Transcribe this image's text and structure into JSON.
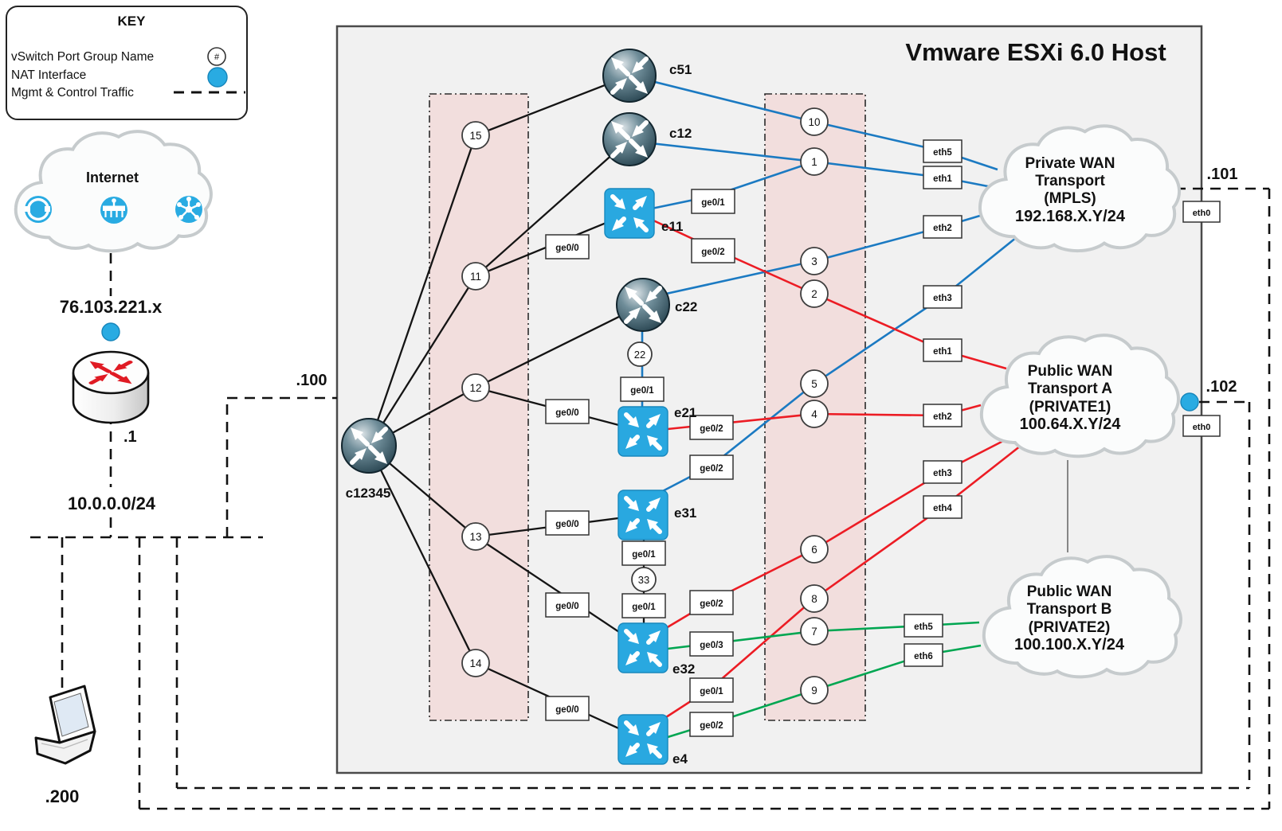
{
  "key": {
    "title": "KEY",
    "symbol_hash": "#",
    "items": [
      {
        "label": "vSwitch Port Group Name"
      },
      {
        "label": "NAT Interface"
      },
      {
        "label": "Mgmt & Control Traffic"
      }
    ]
  },
  "external": {
    "internet_label": "Internet",
    "public_ip": "76.103.221.x",
    "router_lan_ip": ".1",
    "lan_subnet": "10.0.0.0/24",
    "laptop_ip": ".200"
  },
  "host": {
    "title": "Vmware ESXi 6.0 Host",
    "mgmt_vmk_ip": ".100",
    "wan1_vmk_ip": ".101",
    "wan2_vmk_ip": ".102"
  },
  "devices": {
    "routers": [
      {
        "id": "c51"
      },
      {
        "id": "c12"
      },
      {
        "id": "c22"
      },
      {
        "id": "c12345"
      }
    ],
    "switches": [
      {
        "id": "e11"
      },
      {
        "id": "e21"
      },
      {
        "id": "e31"
      },
      {
        "id": "e32"
      },
      {
        "id": "e4"
      }
    ]
  },
  "port_groups": {
    "left": [
      "15",
      "11",
      "12",
      "13",
      "14"
    ],
    "right": [
      "10",
      "1",
      "3",
      "2",
      "5",
      "4",
      "6",
      "8",
      "7",
      "9"
    ],
    "inline": [
      "22",
      "33"
    ]
  },
  "ge_labels": [
    "ge0/0",
    "ge0/1",
    "ge0/2",
    "ge0/0",
    "ge0/1",
    "ge0/2",
    "ge0/0",
    "ge0/2",
    "ge0/1",
    "ge0/1",
    "ge0/0",
    "ge0/2",
    "ge0/3",
    "ge0/0",
    "ge0/1",
    "ge0/2"
  ],
  "eth_labels": [
    "eth5",
    "eth1",
    "eth2",
    "eth3",
    "eth1",
    "eth2",
    "eth3",
    "eth4",
    "eth5",
    "eth6"
  ],
  "eth0_labels": [
    "eth0",
    "eth0"
  ],
  "clouds": [
    {
      "line1": "Private WAN",
      "line2": "Transport",
      "line3": "(MPLS)",
      "line4": "192.168.X.Y/24"
    },
    {
      "line1": "Public WAN",
      "line2": "Transport A",
      "line3": "(PRIVATE1)",
      "line4": "100.64.X.Y/24"
    },
    {
      "line1": "Public WAN",
      "line2": "Transport B",
      "line3": "(PRIVATE2)",
      "line4": "100.100.X.Y/24"
    }
  ],
  "colors": {
    "mpls_link": "#1b7ac2",
    "private1_link": "#ec1c24",
    "private2_link": "#00a651",
    "nat_fill": "#29abe2",
    "switch_fill": "#29a8e0",
    "band_fill": "#f2dedd"
  }
}
